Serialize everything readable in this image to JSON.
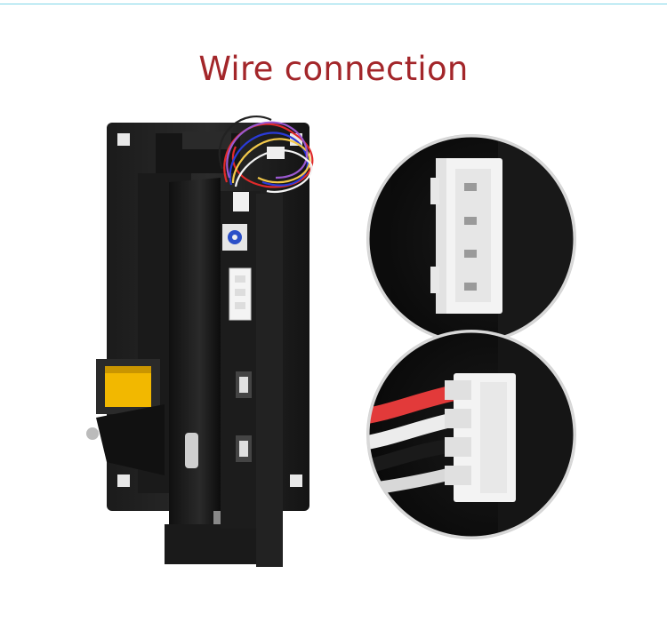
{
  "page": {
    "title": "Wire connection",
    "title_color": "#a3262a",
    "accent_line_color": "#7fd6e8"
  },
  "scene": {
    "device": "coin-acceptor",
    "callouts": [
      "connector-closeup-empty",
      "connector-closeup-wired"
    ],
    "wire_colors": [
      "#e02a2a",
      "#2a3bd8",
      "#f2c84a",
      "#9b59d0",
      "#ffffff",
      "#222222"
    ]
  }
}
